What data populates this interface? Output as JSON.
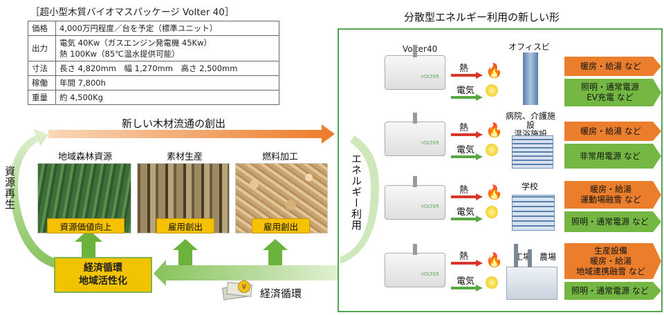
{
  "spec": {
    "title": "［超小型木質バイオマスパッケージ Volter 40］",
    "rows": [
      {
        "key": "価格",
        "value": "4,000万円程度／台を予定（標準ユニット）"
      },
      {
        "key": "出力",
        "value": "電気 40Kw（ガスエンジン発電機 45Kw）\n熱 100Kw（85℃温水提供可能）"
      },
      {
        "key": "寸法",
        "value": "長さ 4,820mm　幅 1,270mm　高さ 2,500mm"
      },
      {
        "key": "稼働",
        "value": "年間 7,800h"
      },
      {
        "key": "重量",
        "value": "約 4,500Kg"
      }
    ]
  },
  "flow": {
    "top_label": "新しい木材流通の創出",
    "left_vertical": "資源再生",
    "right_vertical": "エネルギー利用",
    "bottom_label": "経済循環",
    "center_box": "経済循環\n地域活性化",
    "steps": [
      {
        "label": "地域森林資源",
        "badge": "資源価値向上"
      },
      {
        "label": "素材生産",
        "badge": "雇用創出"
      },
      {
        "label": "燃料加工",
        "badge": "雇用創出"
      }
    ]
  },
  "panel": {
    "title": "分散型エネルギー利用の新しい形",
    "machine_label": "Volter40",
    "heat_label": "熱",
    "elec_label": "電気",
    "logo_text": "VOLTER",
    "rows": [
      {
        "building": "オフィスビル",
        "heat_use": "暖房・給湯 など",
        "elec_use": "照明・通常電源\nEV充電 など"
      },
      {
        "building": "病院、介護施設\n温浴施設",
        "heat_use": "暖房・給湯 など",
        "elec_use": "非常用電源 など"
      },
      {
        "building": "学校",
        "heat_use": "暖房・給湯\n運動場融雪 など",
        "elec_use": "照明・通常電源 など"
      },
      {
        "building": "工場　農場",
        "heat_use": "生産設備\n暖房・給湯\n地域連携融雪 など",
        "elec_use": "照明・通常電源 など"
      }
    ]
  },
  "colors": {
    "orange": "#ea7e2c",
    "green": "#74b843",
    "yellow": "#f5c100",
    "panel_border": "#53a553",
    "heat_arrow": "#d9362a",
    "elec_arrow": "#5aa844"
  }
}
